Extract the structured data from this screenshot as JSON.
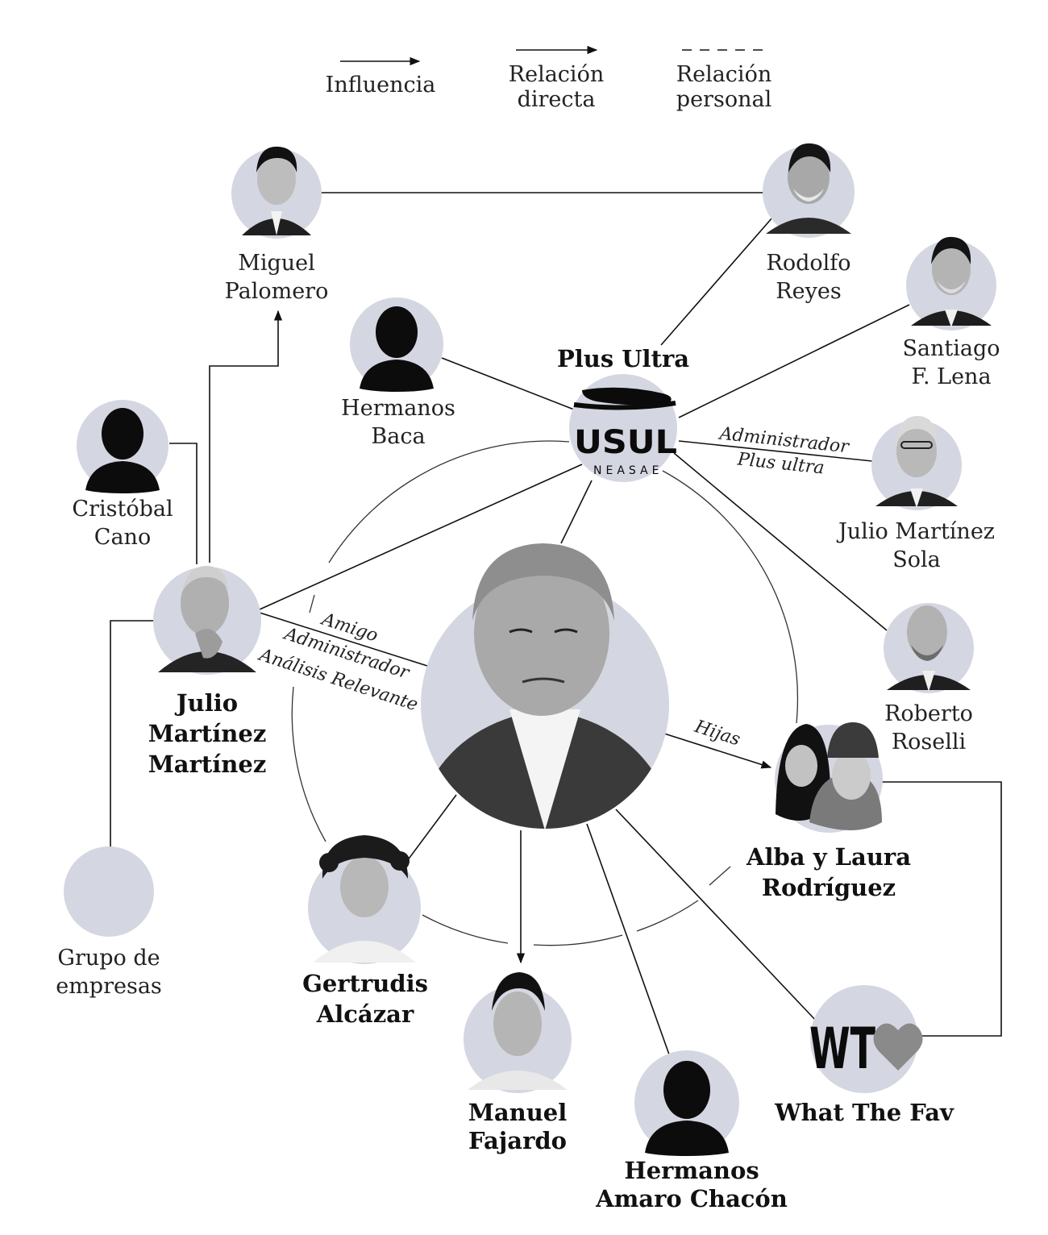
{
  "legend": {
    "influence": "Influencia",
    "direct_1": "Relación",
    "direct_2": "directa",
    "personal_1": "Relación",
    "personal_2": "personal"
  },
  "nodes": {
    "miguel": [
      "Miguel",
      "Palomero"
    ],
    "rodolfo": [
      "Rodolfo",
      "Reyes"
    ],
    "santiago": [
      "Santiago",
      "F. Lena"
    ],
    "hermanos_baca": [
      "Hermanos",
      "Baca"
    ],
    "plus_ultra": [
      "Plus Ultra"
    ],
    "cristobal": [
      "Cristóbal",
      "Cano"
    ],
    "julio_sola": [
      "Julio Martínez",
      "Sola"
    ],
    "julio_mm": [
      "Julio",
      "Martínez",
      "Martínez"
    ],
    "roberto": [
      "Roberto",
      "Roselli"
    ],
    "alba_laura": [
      "Alba y Laura",
      "Rodríguez"
    ],
    "grupo": [
      "Grupo de",
      "empresas"
    ],
    "gertrudis": [
      "Gertrudis",
      "Alcázar"
    ],
    "manuel": [
      "Manuel",
      "Fajardo"
    ],
    "amaro": [
      "Hermanos",
      "Amaro Chacón"
    ],
    "wtf": [
      "What The Fav"
    ]
  },
  "edge_labels": {
    "admin_plus_1": "Administrador",
    "admin_plus_2": "Plus ultra",
    "amigo_1": "Amigo",
    "amigo_2": "Administrador",
    "amigo_3": "Análisis Relevante",
    "hijas": "Hijas"
  },
  "logos": {
    "plus_ultra_mark": "USUL",
    "plus_ultra_sub": "NEASAE",
    "wtf_mark": "WT"
  },
  "colors": {
    "node_bg": "#d4d7e1",
    "ink": "#111111"
  }
}
